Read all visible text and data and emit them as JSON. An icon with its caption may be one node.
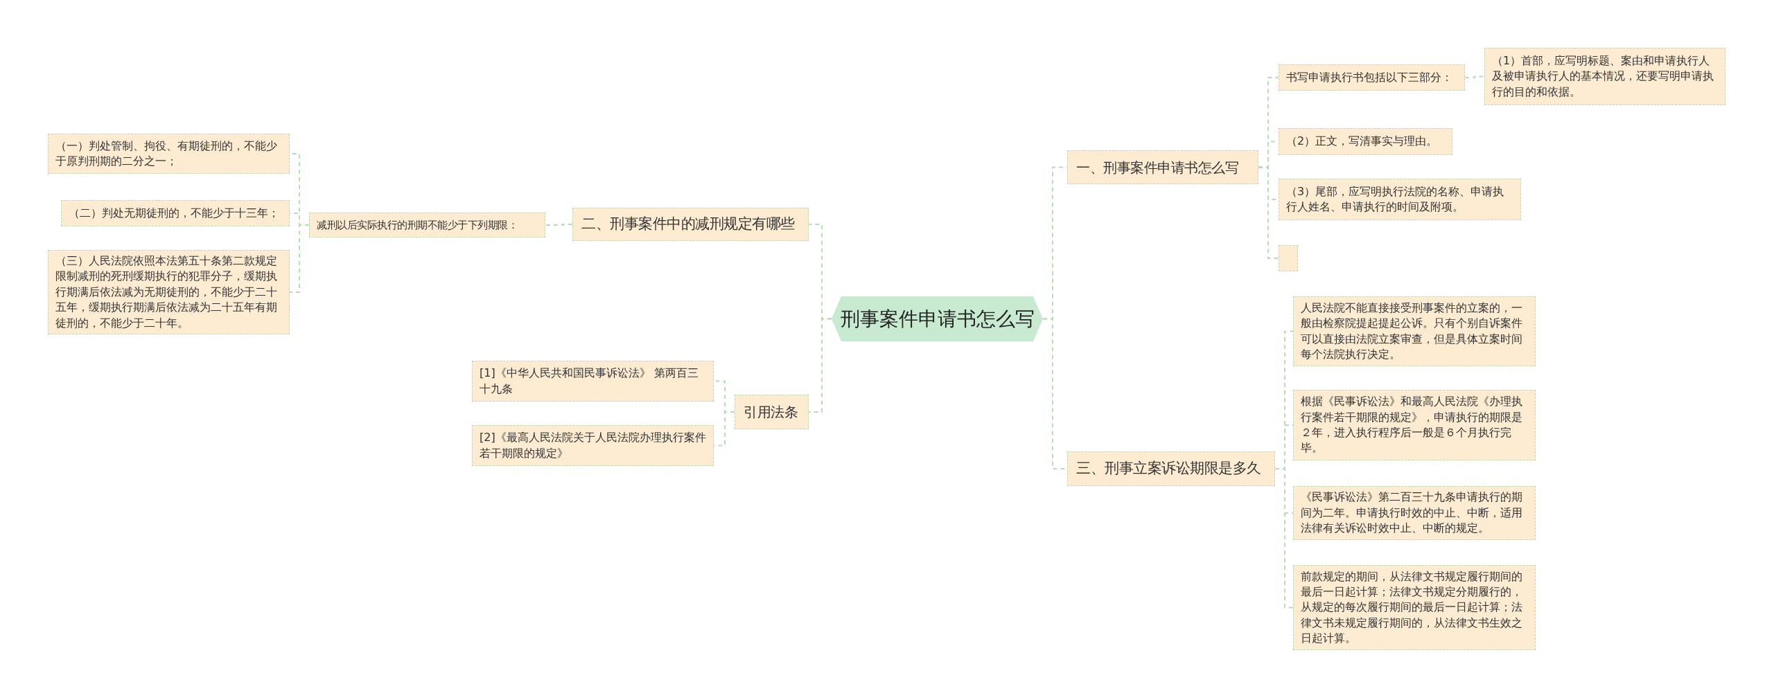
{
  "diagram": {
    "nodes": [
      {
        "text": [
          "刑事案件申请书怎么写"
        ]
      },
      {
        "text": [
          "一、刑事案件申请书怎么写"
        ]
      },
      {
        "text": [
          "书写申请执行书包括以下三部分："
        ]
      },
      {
        "text": [
          "（1）首部，应写明标题、案由和申请执行人及被申请执行人的基本情况，还要写明申请执行的目的和依据。"
        ]
      },
      {
        "text": [
          "（2）正文，写清事实与理由。"
        ]
      },
      {
        "text": [
          "（3）尾部，应写明执行法院的名称、申请执行人姓名、申请执行的时间及附项。"
        ]
      },
      {
        "text": [],
        "shape": "box"
      },
      {
        "text": [
          "三、刑事立案诉讼期限是多久"
        ]
      },
      {
        "text": [
          "人民法院不能直接接受刑事案件的立案的，一般由检察院提起提起公诉。只有个别自诉案件可以直接由法院立案审查，但是具体立案时间每个法院执行决定。"
        ]
      },
      {
        "text": [
          "根据《民事诉讼法》和最高人民法院《办理执行案件若干期限的规定》，申请执行的期限是２年，进入执行程序后一般是６个月执行完毕。"
        ]
      },
      {
        "text": [
          "《民事诉讼法》第二百三十九条申请执行的期间为二年。申请执行时效的中止、中断，适用法律有关诉讼时效中止、中断的规定。"
        ]
      },
      {
        "text": [
          "前款规定的期间，从法律文书规定履行期间的最后一日起计算；法律文书规定分期履行的，从规定的每次履行期间的最后一日起计算；法律文书未规定履行期间的，从法律文书生效之日起计算。"
        ]
      },
      {
        "text": [
          "二、刑事案件中的减刑规定有哪些"
        ]
      },
      {
        "text": [
          "减刑以后实际执行的刑期不能少于下列期限："
        ]
      },
      {
        "text": [
          "（一）判处管制、拘役、有期徒刑的，不能少于原判刑期的二分之一；"
        ]
      },
      {
        "text": [
          "（二）判处无期徒刑的，不能少于十三年；"
        ]
      },
      {
        "text": [
          "（三）人民法院依照本法第五十条第二款规定限制减刑的死刑缓期执行的犯罪分子，缓期执行期满后依法减为无期徒刑的，不能少于二十五年，缓期执行期满后依法减为二十五年有期徒刑的，不能少于二十年。"
        ]
      },
      {
        "text": [
          "引用法条"
        ]
      },
      {
        "text": [
          "[1]《中华人民共和国民事诉讼法》 第两百三十九条"
        ]
      },
      {
        "text": [
          "[2]《最高人民法院关于人民法院办理执行案件若干期限的规定》"
        ]
      }
    ],
    "edges": [
      {
        "from": 0,
        "to": 1,
        "arrow": "none"
      },
      {
        "from": 0,
        "to": 7,
        "arrow": "none"
      },
      {
        "from": 0,
        "to": 12,
        "arrow": "none"
      },
      {
        "from": 0,
        "to": 17,
        "arrow": "none"
      },
      {
        "from": 1,
        "to": 2,
        "arrow": "none"
      },
      {
        "from": 1,
        "to": 4,
        "arrow": "none"
      },
      {
        "from": 1,
        "to": 5,
        "arrow": "none"
      },
      {
        "from": 1,
        "to": 6,
        "arrow": "none"
      },
      {
        "from": 2,
        "to": 3,
        "arrow": "none"
      },
      {
        "from": 7,
        "to": 8,
        "arrow": "none"
      },
      {
        "from": 7,
        "to": 9,
        "arrow": "none"
      },
      {
        "from": 7,
        "to": 10,
        "arrow": "none"
      },
      {
        "from": 7,
        "to": 11,
        "arrow": "none"
      },
      {
        "from": 12,
        "to": 13,
        "arrow": "none"
      },
      {
        "from": 13,
        "to": 14,
        "arrow": "none"
      },
      {
        "from": 13,
        "to": 15,
        "arrow": "none"
      },
      {
        "from": 13,
        "to": 16,
        "arrow": "none"
      },
      {
        "from": 17,
        "to": 18,
        "arrow": "none"
      },
      {
        "from": 17,
        "to": 19,
        "arrow": "none"
      }
    ]
  }
}
